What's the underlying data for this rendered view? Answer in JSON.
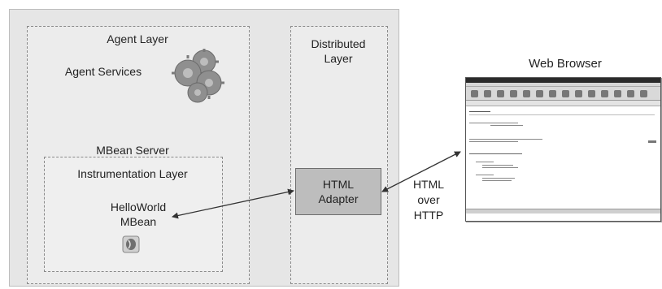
{
  "agent_layer": {
    "title": "Agent Layer",
    "services_label": "Agent Services"
  },
  "mbean_server": {
    "title": "MBean Server",
    "instrumentation_label": "Instrumentation Layer",
    "mbean_line1": "HelloWorld",
    "mbean_line2": "MBean"
  },
  "distributed_layer": {
    "line1": "Distributed",
    "line2": "Layer"
  },
  "html_adapter": {
    "line1": "HTML",
    "line2": "Adapter"
  },
  "protocol_label": {
    "line1": "HTML",
    "line2": "over",
    "line3": "HTTP"
  },
  "web_browser": {
    "title": "Web Browser"
  },
  "icons": {
    "agent_services": "gears-icon",
    "mbean": "bean-icon"
  },
  "colors": {
    "panel": "#e6e6e6",
    "adapter": "#bdbdbd",
    "gears": "#8f8f8f"
  }
}
